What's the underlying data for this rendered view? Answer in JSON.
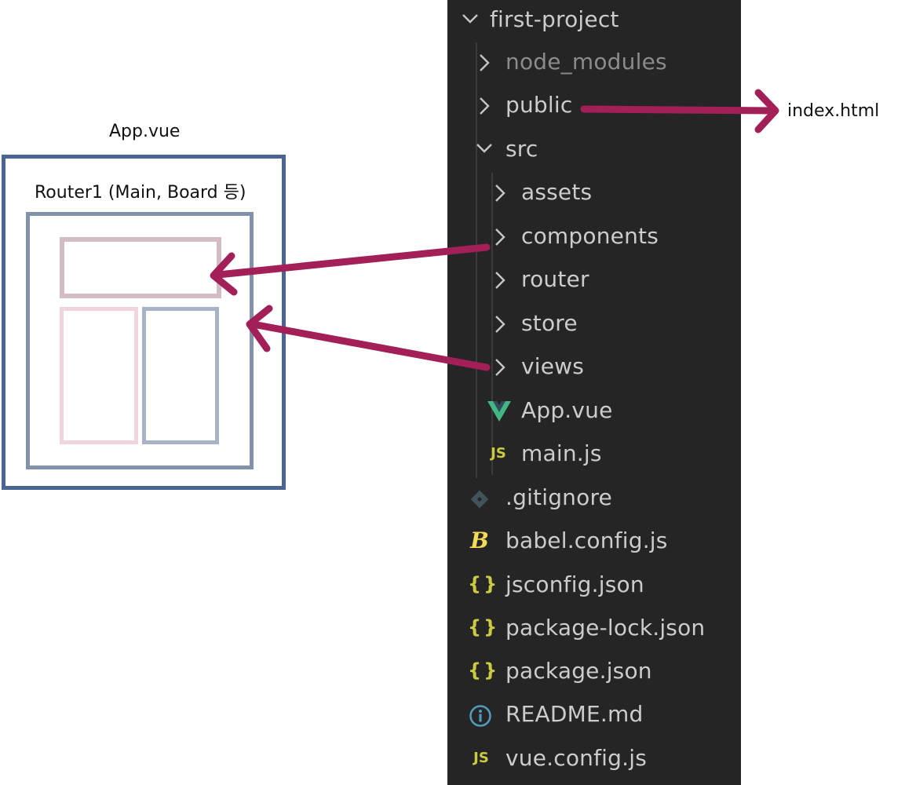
{
  "diagram": {
    "app_label": "App.vue",
    "router_label": "Router1 (Main, Board 등)",
    "public_target_label": "index.html",
    "colors": {
      "app_border": "#4a6591",
      "router_border": "#8093ab",
      "component_top": "#d4bcc6",
      "component_left": "#f0d6dc",
      "component_right": "#a9b3c8",
      "arrow": "#a31f57"
    }
  },
  "explorer": {
    "background": "#252526",
    "items": [
      {
        "label": "first-project",
        "type": "folder",
        "expanded": true,
        "icon": "chevron-down-icon"
      },
      {
        "label": "node_modules",
        "type": "folder",
        "expanded": false,
        "icon": "chevron-right-icon"
      },
      {
        "label": "public",
        "type": "folder",
        "expanded": false,
        "icon": "chevron-right-icon"
      },
      {
        "label": "src",
        "type": "folder",
        "expanded": true,
        "icon": "chevron-down-icon"
      },
      {
        "label": "assets",
        "type": "folder",
        "expanded": false,
        "icon": "chevron-right-icon"
      },
      {
        "label": "components",
        "type": "folder",
        "expanded": false,
        "icon": "chevron-right-icon"
      },
      {
        "label": "router",
        "type": "folder",
        "expanded": false,
        "icon": "chevron-right-icon"
      },
      {
        "label": "store",
        "type": "folder",
        "expanded": false,
        "icon": "chevron-right-icon"
      },
      {
        "label": "views",
        "type": "folder",
        "expanded": false,
        "icon": "chevron-right-icon"
      },
      {
        "label": "App.vue",
        "type": "file",
        "icon": "vue-icon"
      },
      {
        "label": "main.js",
        "type": "file",
        "icon": "js-icon",
        "icon_text": "JS"
      },
      {
        "label": ".gitignore",
        "type": "file",
        "icon": "git-icon"
      },
      {
        "label": "babel.config.js",
        "type": "file",
        "icon": "babel-icon",
        "icon_text": "B"
      },
      {
        "label": "jsconfig.json",
        "type": "file",
        "icon": "json-icon",
        "icon_text": "{}"
      },
      {
        "label": "package-lock.json",
        "type": "file",
        "icon": "json-icon",
        "icon_text": "{}"
      },
      {
        "label": "package.json",
        "type": "file",
        "icon": "json-icon",
        "icon_text": "{}"
      },
      {
        "label": "README.md",
        "type": "file",
        "icon": "info-icon"
      },
      {
        "label": "vue.config.js",
        "type": "file",
        "icon": "js-icon",
        "icon_text": "JS"
      }
    ],
    "colors": {
      "text": "#cccccc",
      "dim_text": "#8b8b8b",
      "vue": "#41b883",
      "js": "#cbcb41",
      "json": "#cbcb41",
      "git": "#41535b",
      "info": "#519aba"
    }
  }
}
